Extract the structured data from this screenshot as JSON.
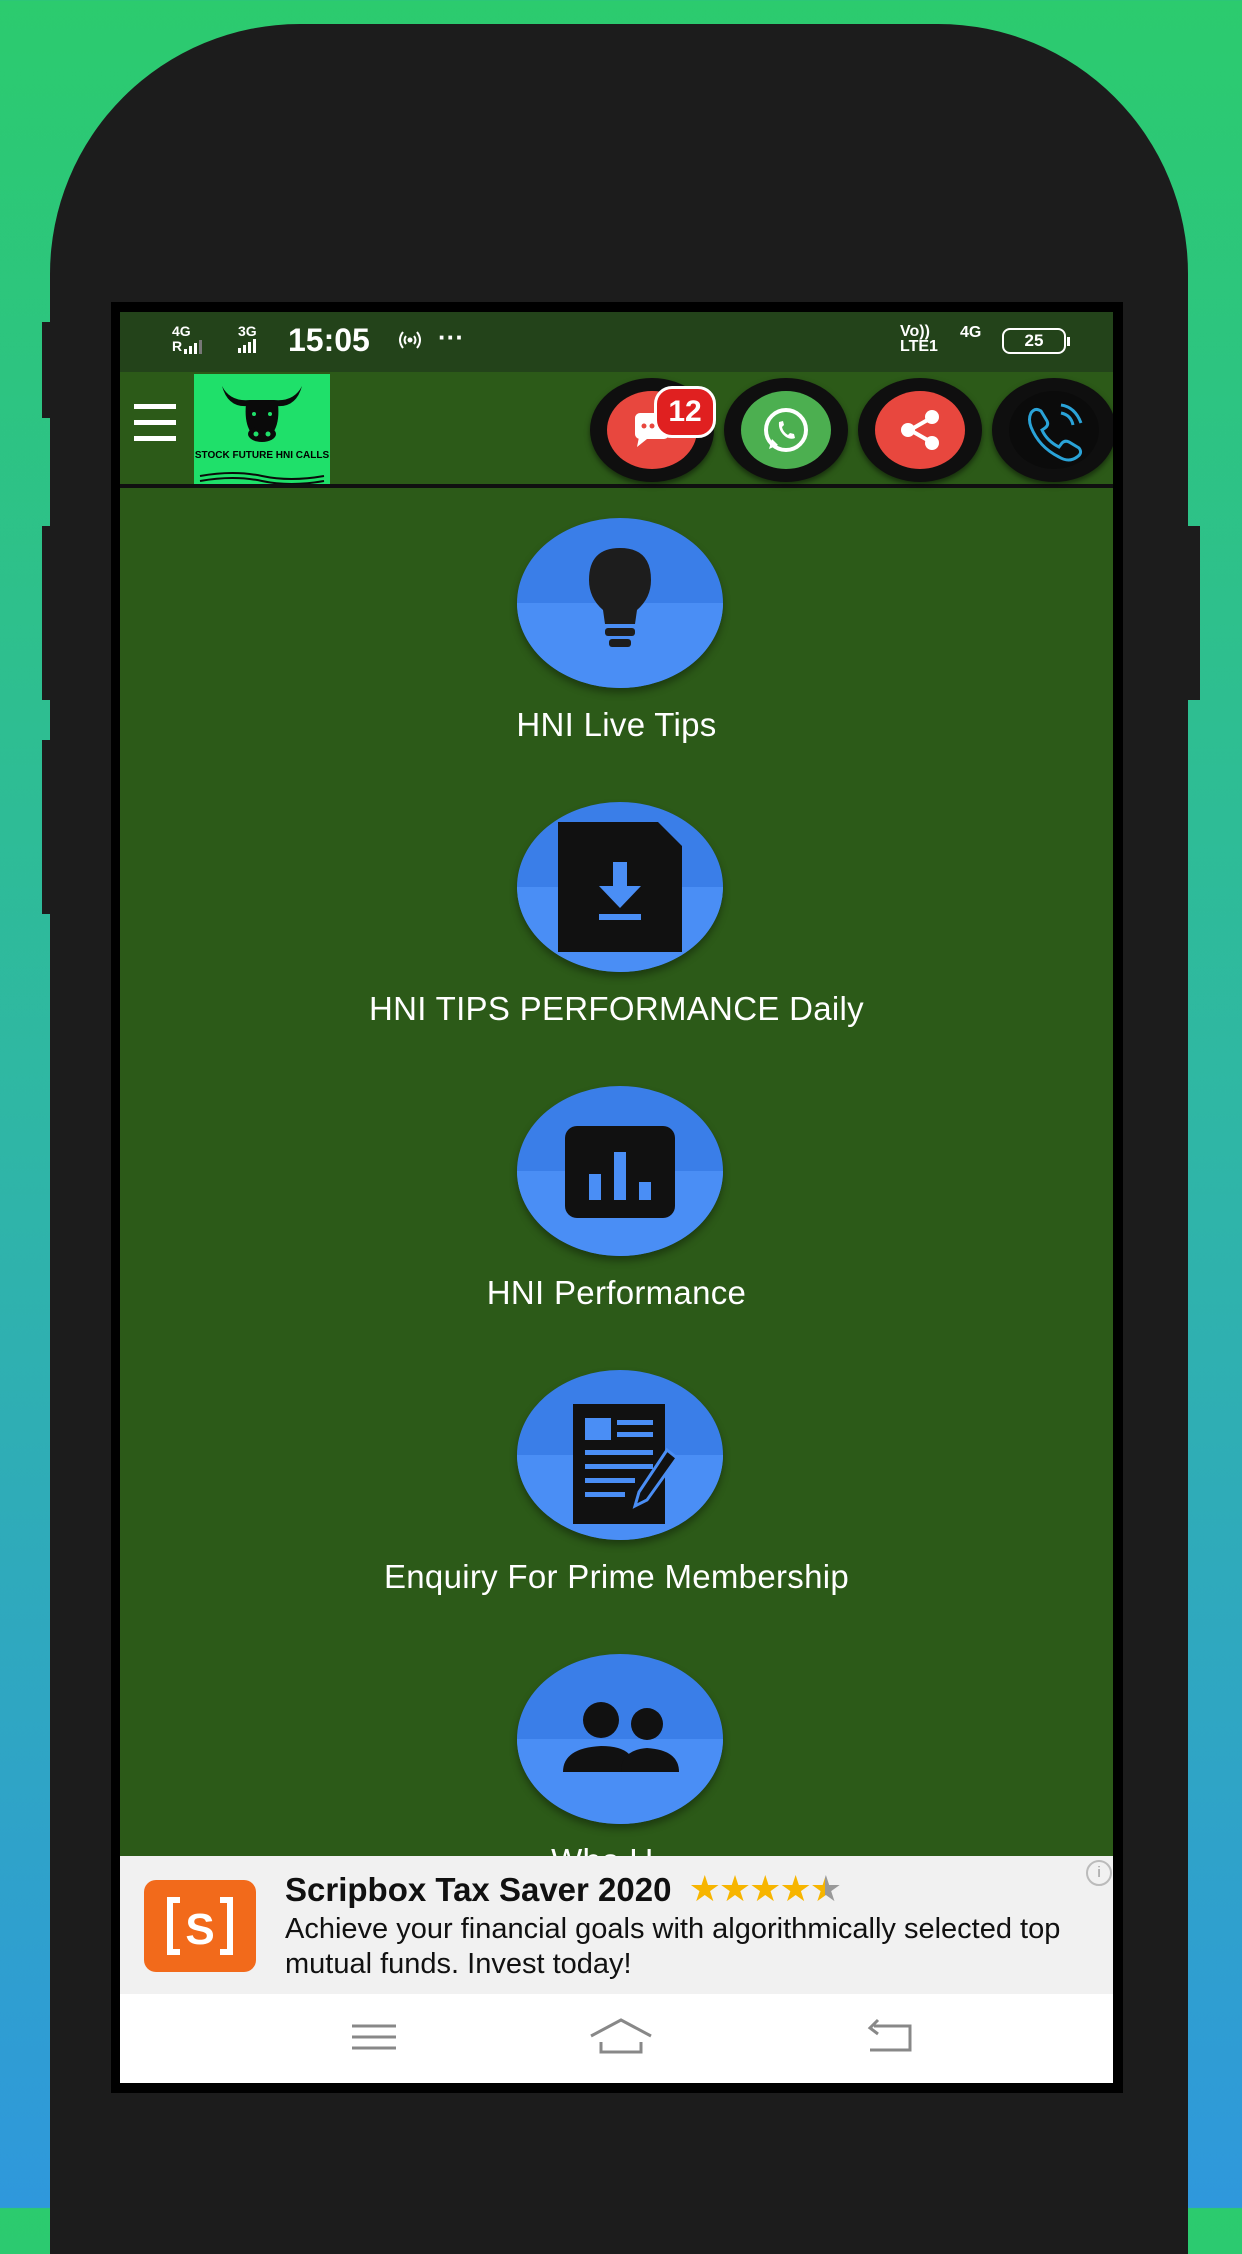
{
  "status_bar": {
    "net1_top": "4G",
    "net1_bottom": "R",
    "net2_top": "3G",
    "time": "15:05",
    "extra": "···",
    "volte": "Vo))",
    "lte": "LTE1",
    "net_right": "4G",
    "battery": "25"
  },
  "toolbar": {
    "logo_text": "STOCK FUTURE HNI CALLS",
    "chat_badge": "12",
    "colors": {
      "chat": "#e8473e",
      "whatsapp": "#4caf50",
      "share": "#e8473e",
      "call": "#0b0b0b"
    }
  },
  "menu": {
    "items": [
      {
        "label": "HNI Live Tips",
        "icon": "lightbulb-icon"
      },
      {
        "label": "HNI TIPS PERFORMANCE Daily",
        "icon": "file-download-icon"
      },
      {
        "label": "HNI Performance",
        "icon": "bar-chart-icon"
      },
      {
        "label": "Enquiry For Prime Membership",
        "icon": "document-edit-icon"
      },
      {
        "label": "Who U...",
        "icon": "people-icon"
      }
    ]
  },
  "ad": {
    "title": "Scripbox Tax Saver 2020",
    "rating": 4.5,
    "body": "Achieve your financial goals with algorithmically selected top mutual funds. Invest today!",
    "info": "i"
  },
  "nav": {
    "icons": [
      "menu-icon",
      "home-icon",
      "back-icon"
    ]
  }
}
